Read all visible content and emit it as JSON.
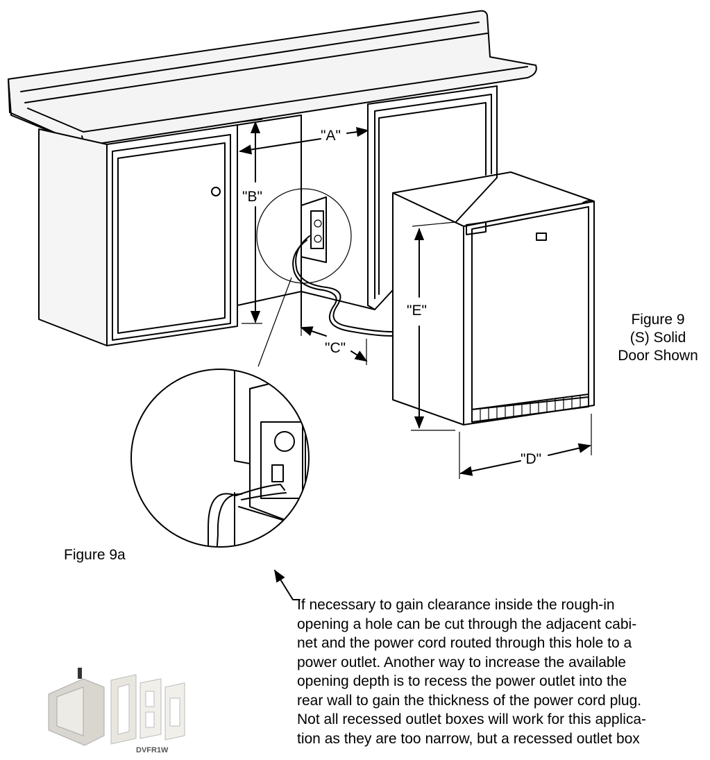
{
  "labels": {
    "a": "\"A\"",
    "b": "\"B\"",
    "c": "\"C\"",
    "d": "\"D\"",
    "e": "\"E\""
  },
  "figure9": {
    "line1": "Figure 9",
    "line2": "(S) Solid",
    "line3": "Door Shown"
  },
  "figure9a": "Figure 9a",
  "note": "If necessary to gain clearance inside the rough-in\nopening a hole can be cut through the adjacent cabi-\nnet and the power cord routed through this hole to a\npower outlet. Another way to increase the available\nopening depth is to recess the power outlet into the\nrear wall to gain the thickness of the power cord plug.\nNot all recessed outlet boxes will work for this applica-\ntion as they are too narrow, but a recessed outlet box",
  "product_label": "DVFR1W"
}
